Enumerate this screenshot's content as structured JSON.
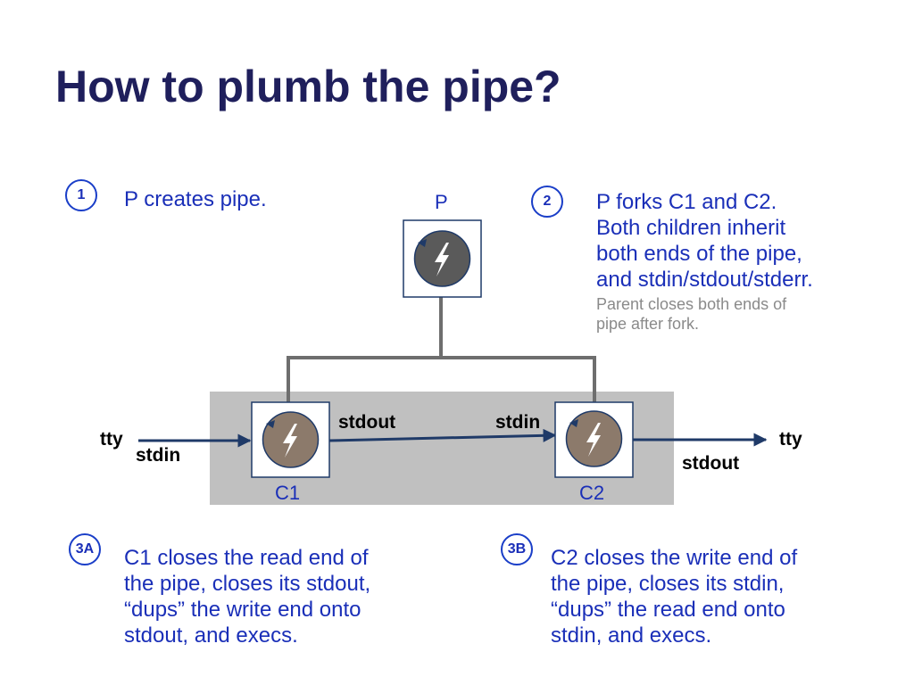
{
  "slide": {
    "title": "How to plumb the pipe?"
  },
  "steps": [
    {
      "badge": "1",
      "lines": [
        "P creates pipe."
      ]
    },
    {
      "badge": "2",
      "lines": [
        "P forks C1 and C2.",
        "Both children inherit",
        "both ends of the pipe,",
        "and stdin/stdout/stderr."
      ],
      "note_lines": [
        "Parent closes both ends of",
        "pipe after fork."
      ]
    },
    {
      "badge": "3A",
      "lines": [
        "C1 closes the read end of",
        "the pipe, closes its stdout,",
        "“dups” the write end onto",
        "stdout, and execs."
      ]
    },
    {
      "badge": "3B",
      "lines": [
        "C2 closes the write end of",
        "the pipe, closes its stdin,",
        "“dups” the read end onto",
        "stdin, and execs."
      ]
    }
  ],
  "diagram": {
    "parent_label": "P",
    "child1_label": "C1",
    "child2_label": "C2",
    "left_tty": "tty",
    "c1_stdin": "stdin",
    "c1_stdout": "stdout",
    "c2_stdin": "stdin",
    "right_tty": "tty",
    "c2_stdout": "stdout",
    "colors": {
      "pipe_band": "#c0c0c0",
      "parent_disc": "#5a5a5a",
      "child_disc": "#8c7a6b",
      "arrow": "#1f3a68",
      "connector": "#6e6e6e",
      "box_border": "#1f3a68",
      "text_blue": "#1a2fb8"
    }
  }
}
